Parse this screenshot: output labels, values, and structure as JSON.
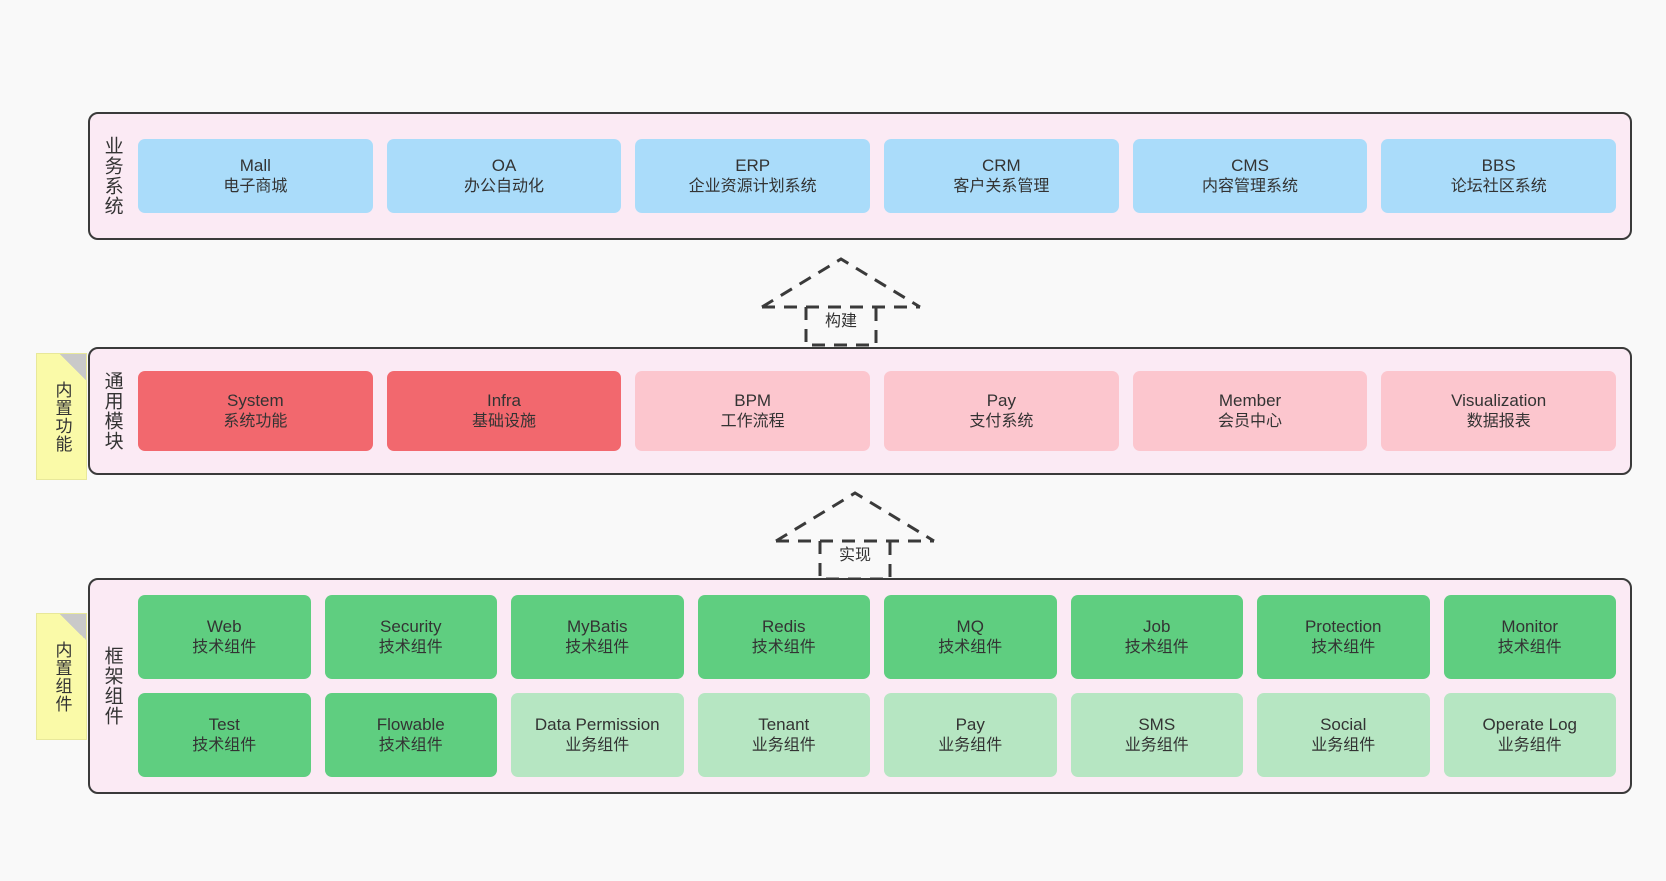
{
  "diagram": {
    "background_color": "#f9f9f9",
    "layer_fill": "#fbeaf4",
    "layer_border": "#3a3a3a",
    "note_fill": "#fafaa8",
    "colors": {
      "business": "#aadcfa",
      "module_active": "#f2686e",
      "module_inactive": "#fcc6ce",
      "component_tech": "#5fce80",
      "component_biz": "#b6e6c2"
    }
  },
  "notes": [
    {
      "id": "builtin-features",
      "text": "内置功能"
    },
    {
      "id": "builtin-components",
      "text": "内置组件"
    }
  ],
  "arrows": [
    {
      "id": "build",
      "label": "构建",
      "style": "dashed-generalization"
    },
    {
      "id": "impl",
      "label": "实现",
      "style": "dashed-generalization"
    }
  ],
  "layers": [
    {
      "id": "business",
      "title": "业务系统",
      "rows": [
        {
          "cells": [
            {
              "en": "Mall",
              "cn": "电子商城",
              "color": "#aadcfa"
            },
            {
              "en": "OA",
              "cn": "办公自动化",
              "color": "#aadcfa"
            },
            {
              "en": "ERP",
              "cn": "企业资源计划系统",
              "color": "#aadcfa"
            },
            {
              "en": "CRM",
              "cn": "客户关系管理",
              "color": "#aadcfa"
            },
            {
              "en": "CMS",
              "cn": "内容管理系统",
              "color": "#aadcfa"
            },
            {
              "en": "BBS",
              "cn": "论坛社区系统",
              "color": "#aadcfa"
            }
          ]
        }
      ]
    },
    {
      "id": "modules",
      "title": "通用模块",
      "rows": [
        {
          "cells": [
            {
              "en": "System",
              "cn": "系统功能",
              "color": "#f2686e"
            },
            {
              "en": "Infra",
              "cn": "基础设施",
              "color": "#f2686e"
            },
            {
              "en": "BPM",
              "cn": "工作流程",
              "color": "#fcc6ce"
            },
            {
              "en": "Pay",
              "cn": "支付系统",
              "color": "#fcc6ce"
            },
            {
              "en": "Member",
              "cn": "会员中心",
              "color": "#fcc6ce"
            },
            {
              "en": "Visualization",
              "cn": "数据报表",
              "color": "#fcc6ce"
            }
          ]
        }
      ]
    },
    {
      "id": "framework",
      "title": "框架组件",
      "rows": [
        {
          "cells": [
            {
              "en": "Web",
              "cn": "技术组件",
              "color": "#5fce80"
            },
            {
              "en": "Security",
              "cn": "技术组件",
              "color": "#5fce80"
            },
            {
              "en": "MyBatis",
              "cn": "技术组件",
              "color": "#5fce80"
            },
            {
              "en": "Redis",
              "cn": "技术组件",
              "color": "#5fce80"
            },
            {
              "en": "MQ",
              "cn": "技术组件",
              "color": "#5fce80"
            },
            {
              "en": "Job",
              "cn": "技术组件",
              "color": "#5fce80"
            },
            {
              "en": "Protection",
              "cn": "技术组件",
              "color": "#5fce80"
            },
            {
              "en": "Monitor",
              "cn": "技术组件",
              "color": "#5fce80"
            }
          ]
        },
        {
          "cells": [
            {
              "en": "Test",
              "cn": "技术组件",
              "color": "#5fce80"
            },
            {
              "en": "Flowable",
              "cn": "技术组件",
              "color": "#5fce80"
            },
            {
              "en": "Data Permission",
              "cn": "业务组件",
              "color": "#b6e6c2"
            },
            {
              "en": "Tenant",
              "cn": "业务组件",
              "color": "#b6e6c2"
            },
            {
              "en": "Pay",
              "cn": "业务组件",
              "color": "#b6e6c2"
            },
            {
              "en": "SMS",
              "cn": "业务组件",
              "color": "#b6e6c2"
            },
            {
              "en": "Social",
              "cn": "业务组件",
              "color": "#b6e6c2"
            },
            {
              "en": "Operate Log",
              "cn": "业务组件",
              "color": "#b6e6c2"
            }
          ]
        }
      ]
    }
  ]
}
